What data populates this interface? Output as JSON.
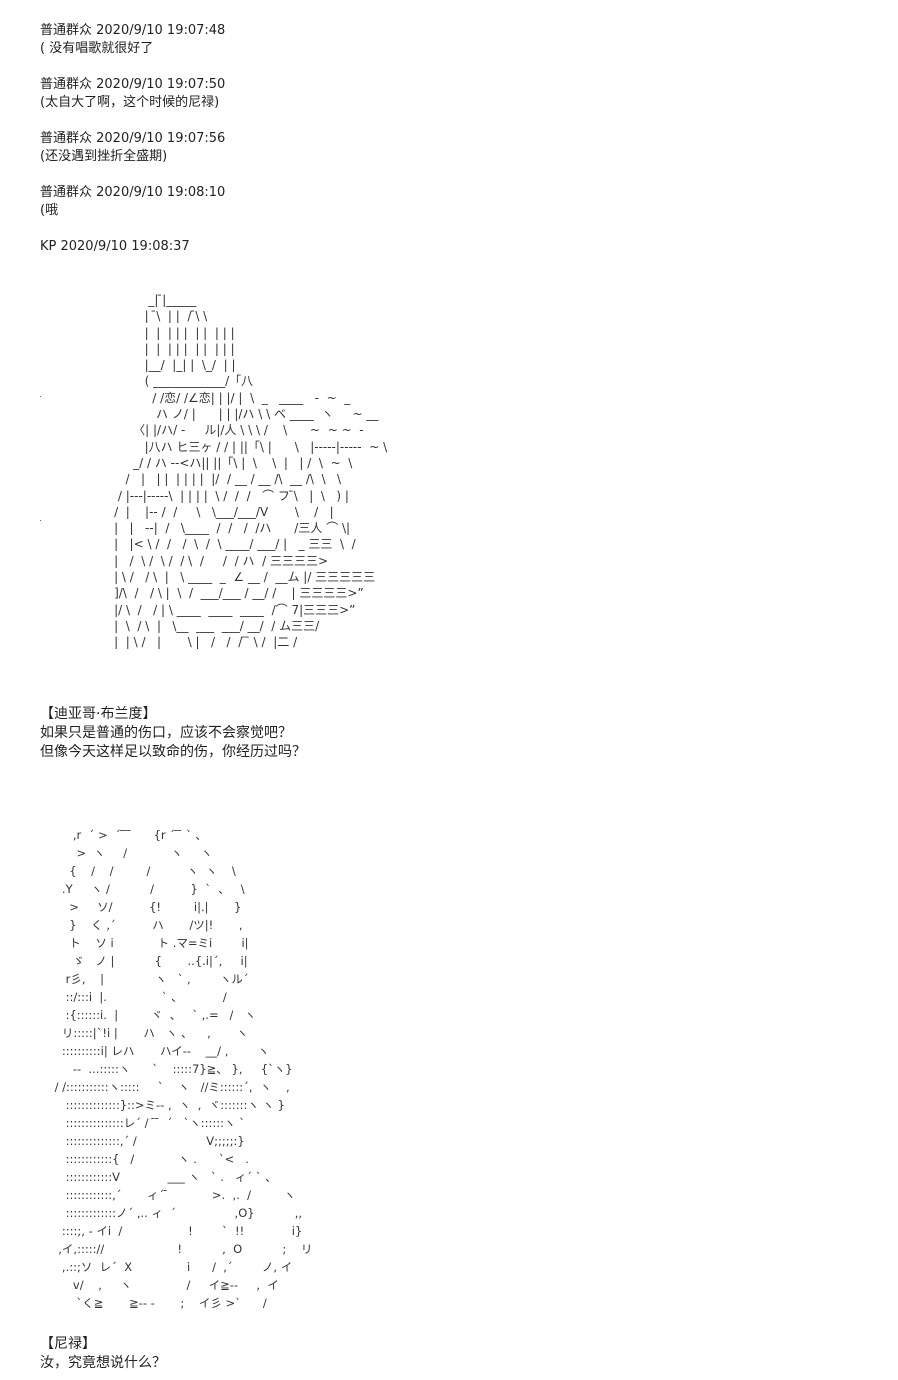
{
  "messages": [
    {
      "header": "普通群众 2020/9/10 19:07:48",
      "text": "( 没有唱歌就很好了"
    },
    {
      "header": "普通群众 2020/9/10 19:07:50",
      "text": "(太自大了啊，这个时候的尼禄)"
    },
    {
      "header": "普通群众 2020/9/10 19:07:56",
      "text": "(还没遇到挫折全盛期)"
    },
    {
      "header": "普通群众 2020/9/10 19:08:10",
      "text": "(哦"
    },
    {
      "header": "KP 2020/9/10 19:08:37",
      "text": ""
    }
  ],
  "art1": "              _| ̄|_____\n             |  ̄\\  | |  / ̄\\ \\\n             |  |  | | |  | |  | | |\n             |  |  | | |  | |  | | |\n             |__/  |_| |  \\_/  | |\n             ( ____________/「八\n               / /恋/ /∠恋| | |/ |  \\  _   ____   -  ~  _\n                ハ ノ/ |      | | |/ハ \\ \\ ベ ____  ヽ     ~ __\n          〈| |/ハ/ -     ル|/人 \\ \\ \\ /    \\      ~  ~ ~  -\n             |八ハ ヒ三ヶ / / | ||「\\ |      \\   |-----|-----  ~ \\\n          _/ / ハ --<ハ|| ||「\\ |  \\    \\  |   | /  \\  ~  \\\n        /   |   | |  | | | |  |/  / __ / __ /\\  __ /\\  \\   \\\n      / |---|-----\\  | | | |  \\ /  /  /   ⌒ フ ̄\\   |  \\   ) |\n     /  |    |-- /  /     \\   \\___/___/V       \\    /   |\n     |   |   --|  /   \\____  /  /   /  /ハ      /三人 ⌒ \\|\n     |   |< \\ /  /   /  \\  /  \\ ____/ ___/ |   _ 三三  \\  /\n     |   /  \\ /  \\ /  / \\  /     /  / ハ  / 三三三三>\n     | \\ /   / \\  |   \\ ____  _  ∠ __ /  __ム |/ 三三三三三\n     ]/\\  /   / \\ |  \\  /  ___/___ / __/ /    | 三三三三>”\n     |/ \\  /   / | \\ ____  ____  ____  /⌒ 7|三三三>”\n     |  \\  / \\  |   \\__  ___  ___/ __/  / ム三三/\n     |  | \\ /   |       \\ |   /   /  / ̄ ̄ \\ /  |二 /",
  "speech1": {
    "name": "【迪亚哥·布兰度】",
    "lines": [
      "如果只是普通的伤口，应该不会察觉吧？",
      "但像今天这样足以致命的伤，你经历过吗？"
    ]
  },
  "art2": "         ,r  ´ >  ´ ̄ ̄ ̄      {r ´ ̄ ̄ ` 、\n          >  ヽ     /            ヽ     ヽ\n        {    /    /         /          ヽ  ヽ    \\\n      .Y     ヽ /           /          }  `  、   \\\n        >     ソ/          {!         i|.|       }\n        }    く ,´          ハ       /ツ|!       ,\n        ト    ソ i            ト .マ=ミi        i|\n         ゞ   ノ |           {       ..{.i|´,     i|\n       r彡,    |              ヽ   ` ,        ヽル´\n       ::/:::i  |.               ` 、           /\n       :{::::::i.  |         ヾ  、   ` ,.=   /   ヽ\n      リ:::::|`!i |       ハ   ヽ 、    ,       ヽ\n      ::::::::::i| レハ       ハイ--    __/ ,        ヽ\n         --  ...:::::ヽ      `    :::::7}≧、 },     {`ヽ}\n    / /:::::::::::ヽ:::::     `    ヽ   //ミ::::::´,  ヽ    ,\n       ::::::::::::::}::>ミ-- ,  ヽ  ,  ヾ:::::::ヽ ヽ }\n       :::::::::::::::レ´ /  ̄ ̄  ´   `ヽ::::::ヽ `\n       ::::::::::::::,´ /                   V;;;;;:}\n       ::::::::::::{   /            ヽ .      `<   .\n       ::::::::::::V             ___ ヽ   ` .   ィ´ ` 、\n       ::::::::::::,´       ィ´ ̄            >.  ,.  /         ヽ\n       :::::::::::::ノ´ ,.. ィ  ´                ,O}           ,,\n      ::::;, - イi  /                  !        `  !!             i}\n     ,イ,::::://                    !           ,  O           ;    リ\n      ,.::;ソ  レ´  X               i      /  ,´        ノ, イ\n         v/    ,     ヽ               /     イ≧--     ,  イ\n          `く≧       ≧-- -       ;    イ彡 >`      /",
  "speech2": {
    "name": "【尼禄】",
    "lines": [
      "汝，究竟想说什么？"
    ]
  }
}
